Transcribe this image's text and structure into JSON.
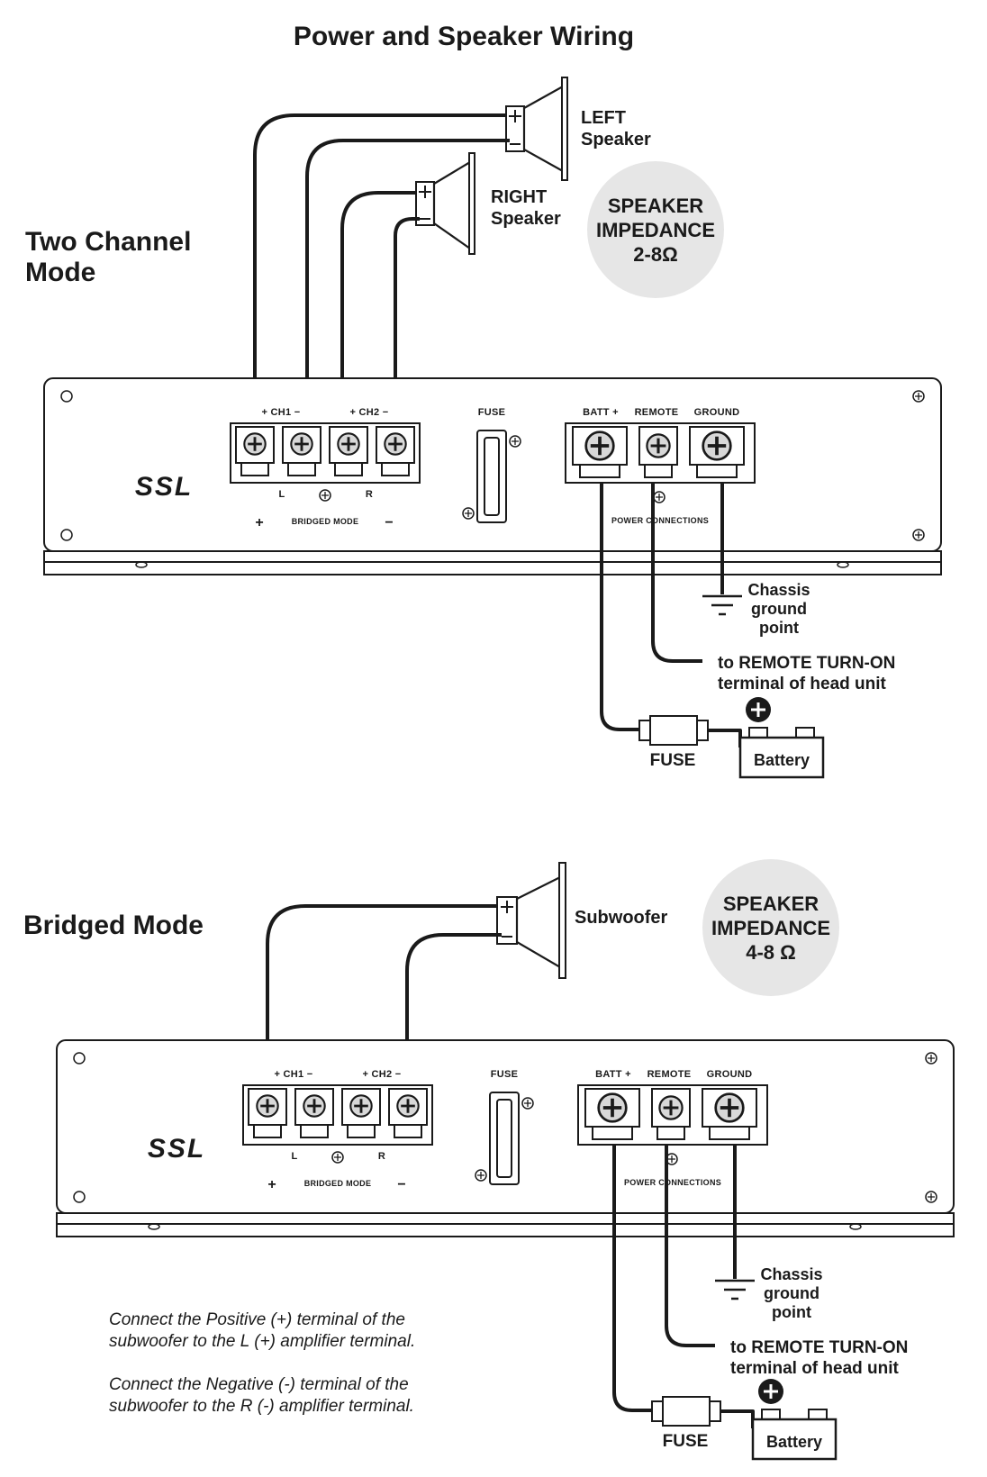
{
  "title": "Power and Speaker Wiring",
  "brand": "SSL",
  "two_channel": {
    "mode_line1": "Two Channel",
    "mode_line2": "Mode",
    "left_speaker": [
      "LEFT",
      "Speaker"
    ],
    "right_speaker": [
      "RIGHT",
      "Speaker"
    ],
    "impedance": [
      "SPEAKER",
      "IMPEDANCE",
      "2-8Ω"
    ]
  },
  "bridged": {
    "mode": "Bridged Mode",
    "speaker": "Subwoofer",
    "impedance": [
      "SPEAKER",
      "IMPEDANCE",
      "4-8 Ω"
    ],
    "notes": [
      "Connect the Positive (+) terminal of the",
      "subwoofer to the L (+) amplifier terminal.",
      "Connect the Negative (-) terminal of the",
      "subwoofer to the R (-) amplifier terminal."
    ]
  },
  "amp": {
    "ch1": "+ CH1 −",
    "ch2": "+ CH2 −",
    "l": "L",
    "r": "R",
    "plus": "+",
    "minus": "−",
    "bridged_mode": "BRIDGED MODE",
    "fuse": "FUSE",
    "batt": "BATT +",
    "remote": "REMOTE",
    "ground": "GROUND",
    "power_connections": "POWER CONNECTIONS"
  },
  "power": {
    "chassis": [
      "Chassis",
      "ground",
      "point"
    ],
    "remote_turn_on": [
      "to REMOTE TURN-ON",
      "terminal of head unit"
    ],
    "fuse": "FUSE",
    "battery": "Battery"
  },
  "colors": {
    "ink": "#1a1a1a",
    "badge": "#e6e6e6"
  }
}
